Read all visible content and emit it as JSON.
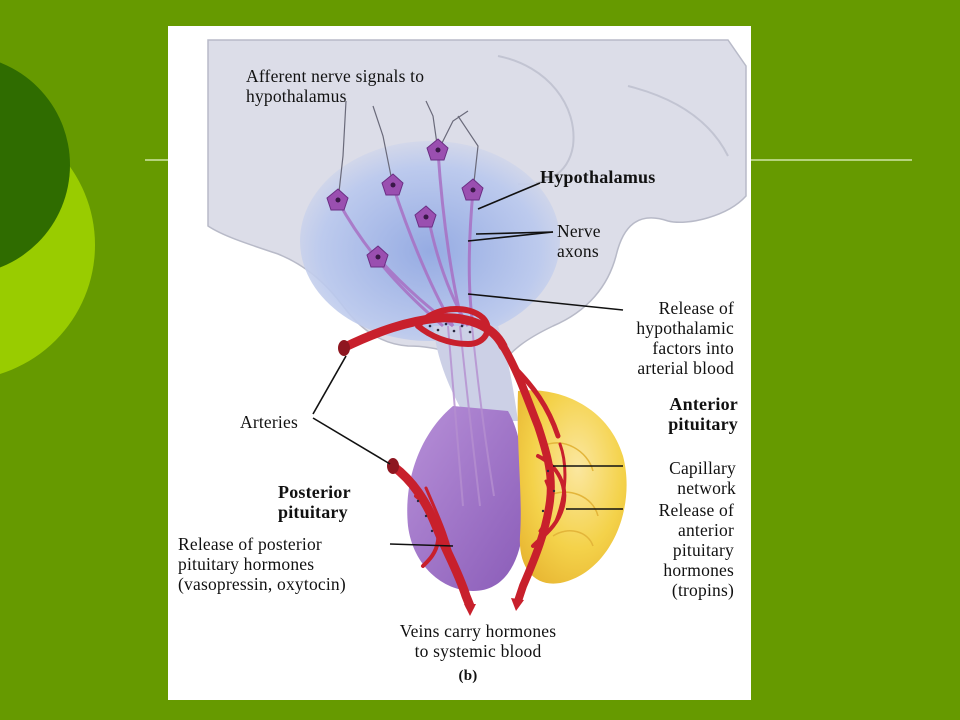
{
  "slide": {
    "colors": {
      "background": "#669a00",
      "circle_dark": "#2f6c00",
      "circle_light": "#99cc00",
      "rule_line": "#cfe6a6"
    }
  },
  "diagram": {
    "labels": {
      "afferent": "Afferent nerve signals to\nhypothalamus",
      "hypothalamus": "Hypothalamus",
      "nerve_axons": "Nerve\naxons",
      "release_hypothalamic": "Release of\nhypothalamic\nfactors into\narterial blood",
      "anterior_pituitary": "Anterior\npituitary",
      "arteries": "Arteries",
      "capillary_network": "Capillary\nnetwork",
      "posterior_pituitary": "Posterior\npituitary",
      "release_anterior": "Release of\nanterior\npituitary\nhormones\n(tropins)",
      "release_posterior": "Release of posterior\npituitary hormones\n(vasopressin, oxytocin)",
      "veins": "Veins carry hormones\nto systemic blood",
      "panel": "(b)"
    },
    "colors": {
      "brain_tissue": "#dcdde8",
      "hypothalamus_region": "#9fb4e4",
      "neuron": "#9a4fb0",
      "posterior_lobe": "#a879c8",
      "anterior_lobe": "#f4d24a",
      "blood_vessel": "#c8202c"
    }
  }
}
